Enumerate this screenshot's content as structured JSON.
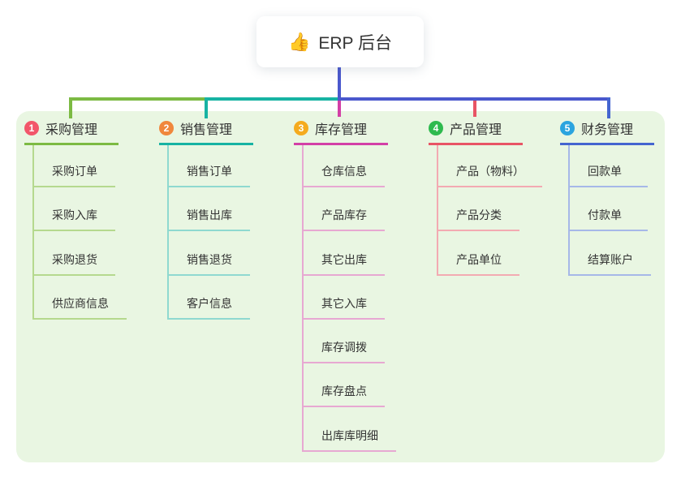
{
  "canvas": {
    "page_bg": "#ffffff",
    "panel_bg": "#e9f6e2",
    "text_color": "#333333"
  },
  "root": {
    "emoji": "👍",
    "label": "ERP 后台",
    "color": "#4a58cd"
  },
  "branches": [
    {
      "index": "1",
      "label": "采购管理",
      "badge_color": "#f2566a",
      "color": "#7cba43",
      "light_color": "#b5d98e",
      "children": [
        "采购订单",
        "采购入库",
        "采购退货",
        "供应商信息"
      ]
    },
    {
      "index": "2",
      "label": "销售管理",
      "badge_color": "#f0873c",
      "color": "#17b3a3",
      "light_color": "#8fd9d0",
      "children": [
        "销售订单",
        "销售出库",
        "销售退货",
        "客户信息"
      ]
    },
    {
      "index": "3",
      "label": "库存管理",
      "badge_color": "#f5ab1e",
      "color": "#d33fa6",
      "light_color": "#e7a8d2",
      "children": [
        "仓库信息",
        "产品库存",
        "其它出库",
        "其它入库",
        "库存调拨",
        "库存盘点",
        "出库库明细"
      ]
    },
    {
      "index": "4",
      "label": "产品管理",
      "badge_color": "#2eba4e",
      "color": "#e85465",
      "light_color": "#f3aab2",
      "children": [
        "产品（物料）",
        "产品分类",
        "产品单位"
      ]
    },
    {
      "index": "5",
      "label": "财务管理",
      "badge_color": "#2ba4df",
      "color": "#4465d0",
      "light_color": "#a6b8e8",
      "children": [
        "回款单",
        "付款单",
        "结算账户"
      ]
    }
  ]
}
